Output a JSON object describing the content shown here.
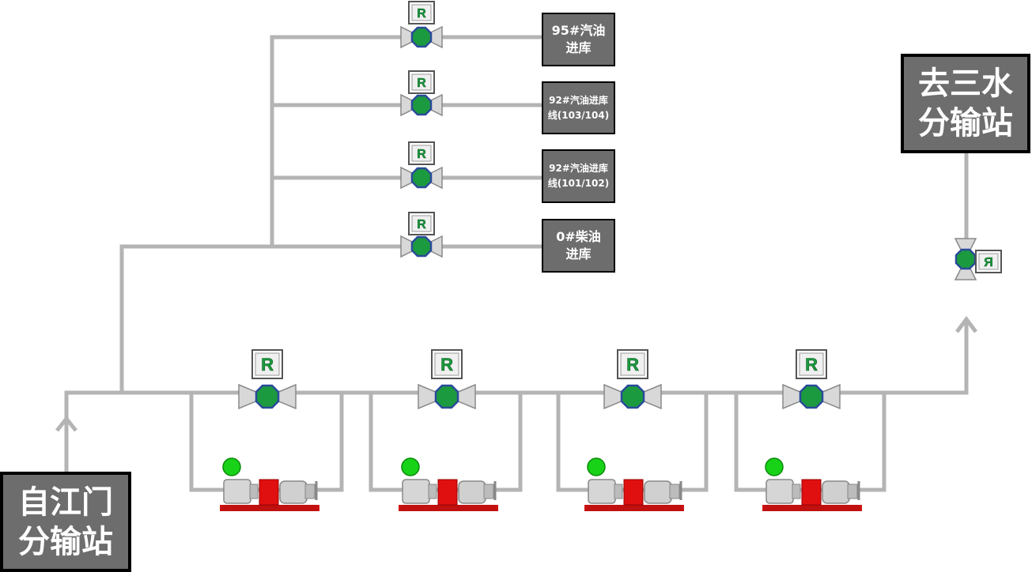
{
  "colors": {
    "pipe": "#b4b4b4",
    "valve_state": "#1c9a3f",
    "pump_motor": "#e01010",
    "pump_base": "#d21515",
    "indicator": "#18d218",
    "label_bg": "#6d6d6d"
  },
  "stations": {
    "source": {
      "line1": "自江门",
      "line2": "分输站"
    },
    "target": {
      "line1": "去三水",
      "line2": "分输站"
    }
  },
  "destinations": [
    {
      "line1": "95#汽油",
      "line2": "进库"
    },
    {
      "line1": "92#汽油进库",
      "line2": "线(103/104)"
    },
    {
      "line1": "92#汽油进库",
      "line2": "线(101/102)"
    },
    {
      "line1": "0#柴油",
      "line2": "进库"
    }
  ],
  "valve_mode_label": "R",
  "branch_valves": [
    {
      "name": "valve-95-gasoline",
      "mode": "R",
      "state": "open"
    },
    {
      "name": "valve-92-gasoline-103-104",
      "mode": "R",
      "state": "open"
    },
    {
      "name": "valve-92-gasoline-101-102",
      "mode": "R",
      "state": "open"
    },
    {
      "name": "valve-0-diesel",
      "mode": "R",
      "state": "open"
    }
  ],
  "pump_units": [
    {
      "name": "pump-1",
      "valve_mode": "R",
      "running": true
    },
    {
      "name": "pump-2",
      "valve_mode": "R",
      "running": true
    },
    {
      "name": "pump-3",
      "valve_mode": "R",
      "running": true
    },
    {
      "name": "pump-4",
      "valve_mode": "R",
      "running": true
    }
  ],
  "outlet_valve": {
    "mode": "R",
    "state": "open"
  }
}
